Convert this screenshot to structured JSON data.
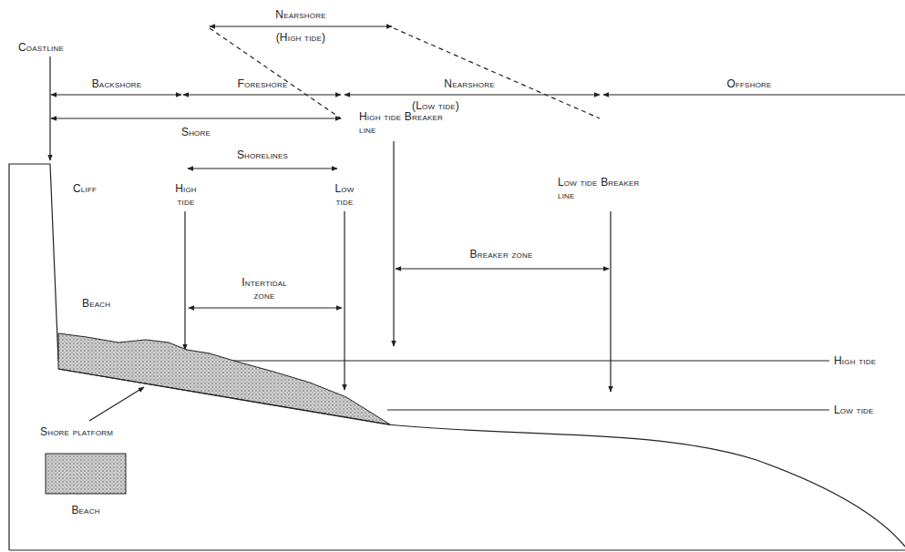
{
  "diagram": {
    "labels": [
      "Nearshore",
      "(High tide)",
      "Coastline",
      "Backshore",
      "Foreshore",
      "Nearshore",
      "(Low tide)",
      "Offshore",
      "Shore",
      "High tide Breaker line",
      "Shorelines",
      "Cliff",
      "High tide",
      "Low tide",
      "Low tide Breaker line",
      "Breaker zone",
      "Intertidal zone",
      "Beach",
      "High tide",
      "Low tide",
      "Shore platform"
    ],
    "legend": [
      {
        "text": "Beach"
      }
    ]
  }
}
